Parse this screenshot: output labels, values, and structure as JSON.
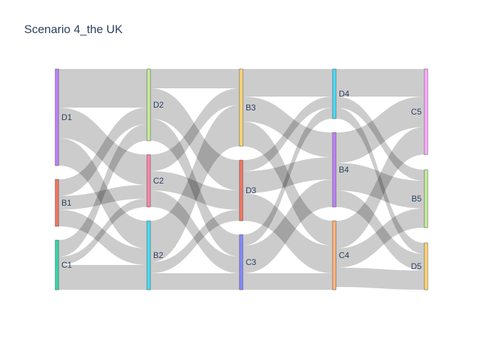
{
  "title": "Scenario 4_the UK",
  "chart_data": {
    "type": "sankey",
    "title": "Scenario 4_the UK",
    "link_color": "#000000",
    "link_opacity": 0.2,
    "columns": [
      {
        "nodes": [
          {
            "id": "D1",
            "label": "D1",
            "value": 0.35,
            "color": "#ab63fa"
          },
          {
            "id": "B1",
            "label": "B1",
            "value": 0.17,
            "color": "#ef553b"
          },
          {
            "id": "C1",
            "label": "C1",
            "value": 0.18,
            "color": "#00cc96"
          }
        ]
      },
      {
        "nodes": [
          {
            "id": "D2",
            "label": "D2",
            "value": 0.26,
            "color": "#b6e880"
          },
          {
            "id": "C2",
            "label": "C2",
            "value": 0.19,
            "color": "#ff6692"
          },
          {
            "id": "B2",
            "label": "B2",
            "value": 0.25,
            "color": "#19d3f3"
          }
        ]
      },
      {
        "nodes": [
          {
            "id": "B3",
            "label": "B3",
            "value": 0.28,
            "color": "#fecb52"
          },
          {
            "id": "D3",
            "label": "D3",
            "value": 0.22,
            "color": "#ef553b"
          },
          {
            "id": "C3",
            "label": "C3",
            "value": 0.2,
            "color": "#636efa"
          }
        ]
      },
      {
        "nodes": [
          {
            "id": "D4",
            "label": "D4",
            "value": 0.18,
            "color": "#19d3f3"
          },
          {
            "id": "B4",
            "label": "B4",
            "value": 0.27,
            "color": "#ab63fa"
          },
          {
            "id": "C4",
            "label": "C4",
            "value": 0.25,
            "color": "#ffa15a"
          }
        ]
      },
      {
        "nodes": [
          {
            "id": "C5",
            "label": "C5",
            "value": 0.31,
            "color": "#ff97ff"
          },
          {
            "id": "B5",
            "label": "B5",
            "value": 0.21,
            "color": "#b6e880"
          },
          {
            "id": "D5",
            "label": "D5",
            "value": 0.17,
            "color": "#fecb52"
          }
        ]
      }
    ],
    "links": [
      {
        "source": "D1",
        "target": "D2",
        "value": 0.14
      },
      {
        "source": "D1",
        "target": "C2",
        "value": 0.11
      },
      {
        "source": "D1",
        "target": "B2",
        "value": 0.1
      },
      {
        "source": "B1",
        "target": "D2",
        "value": 0.06
      },
      {
        "source": "B1",
        "target": "C2",
        "value": 0.05
      },
      {
        "source": "B1",
        "target": "B2",
        "value": 0.06
      },
      {
        "source": "C1",
        "target": "D2",
        "value": 0.06
      },
      {
        "source": "C1",
        "target": "C2",
        "value": 0.03
      },
      {
        "source": "C1",
        "target": "B2",
        "value": 0.09
      },
      {
        "source": "D2",
        "target": "B3",
        "value": 0.07
      },
      {
        "source": "D2",
        "target": "D3",
        "value": 0.11
      },
      {
        "source": "D2",
        "target": "C3",
        "value": 0.08
      },
      {
        "source": "C2",
        "target": "B3",
        "value": 0.06
      },
      {
        "source": "C2",
        "target": "D3",
        "value": 0.07
      },
      {
        "source": "C2",
        "target": "C3",
        "value": 0.06
      },
      {
        "source": "B2",
        "target": "B3",
        "value": 0.15
      },
      {
        "source": "B2",
        "target": "D3",
        "value": 0.04
      },
      {
        "source": "B2",
        "target": "C3",
        "value": 0.06
      },
      {
        "source": "B3",
        "target": "D4",
        "value": 0.1
      },
      {
        "source": "B3",
        "target": "B4",
        "value": 0.09
      },
      {
        "source": "B3",
        "target": "C4",
        "value": 0.09
      },
      {
        "source": "D3",
        "target": "D4",
        "value": 0.04
      },
      {
        "source": "D3",
        "target": "B4",
        "value": 0.08
      },
      {
        "source": "D3",
        "target": "C4",
        "value": 0.1
      },
      {
        "source": "C3",
        "target": "D4",
        "value": 0.04
      },
      {
        "source": "C3",
        "target": "B4",
        "value": 0.1
      },
      {
        "source": "C3",
        "target": "C4",
        "value": 0.06
      },
      {
        "source": "D4",
        "target": "C5",
        "value": 0.1
      },
      {
        "source": "D4",
        "target": "B5",
        "value": 0.04
      },
      {
        "source": "D4",
        "target": "D5",
        "value": 0.04
      },
      {
        "source": "B4",
        "target": "C5",
        "value": 0.11
      },
      {
        "source": "B4",
        "target": "B5",
        "value": 0.1
      },
      {
        "source": "B4",
        "target": "D5",
        "value": 0.06
      },
      {
        "source": "C4",
        "target": "C5",
        "value": 0.1
      },
      {
        "source": "C4",
        "target": "B5",
        "value": 0.07
      },
      {
        "source": "C4",
        "target": "D5",
        "value": 0.07
      }
    ]
  }
}
